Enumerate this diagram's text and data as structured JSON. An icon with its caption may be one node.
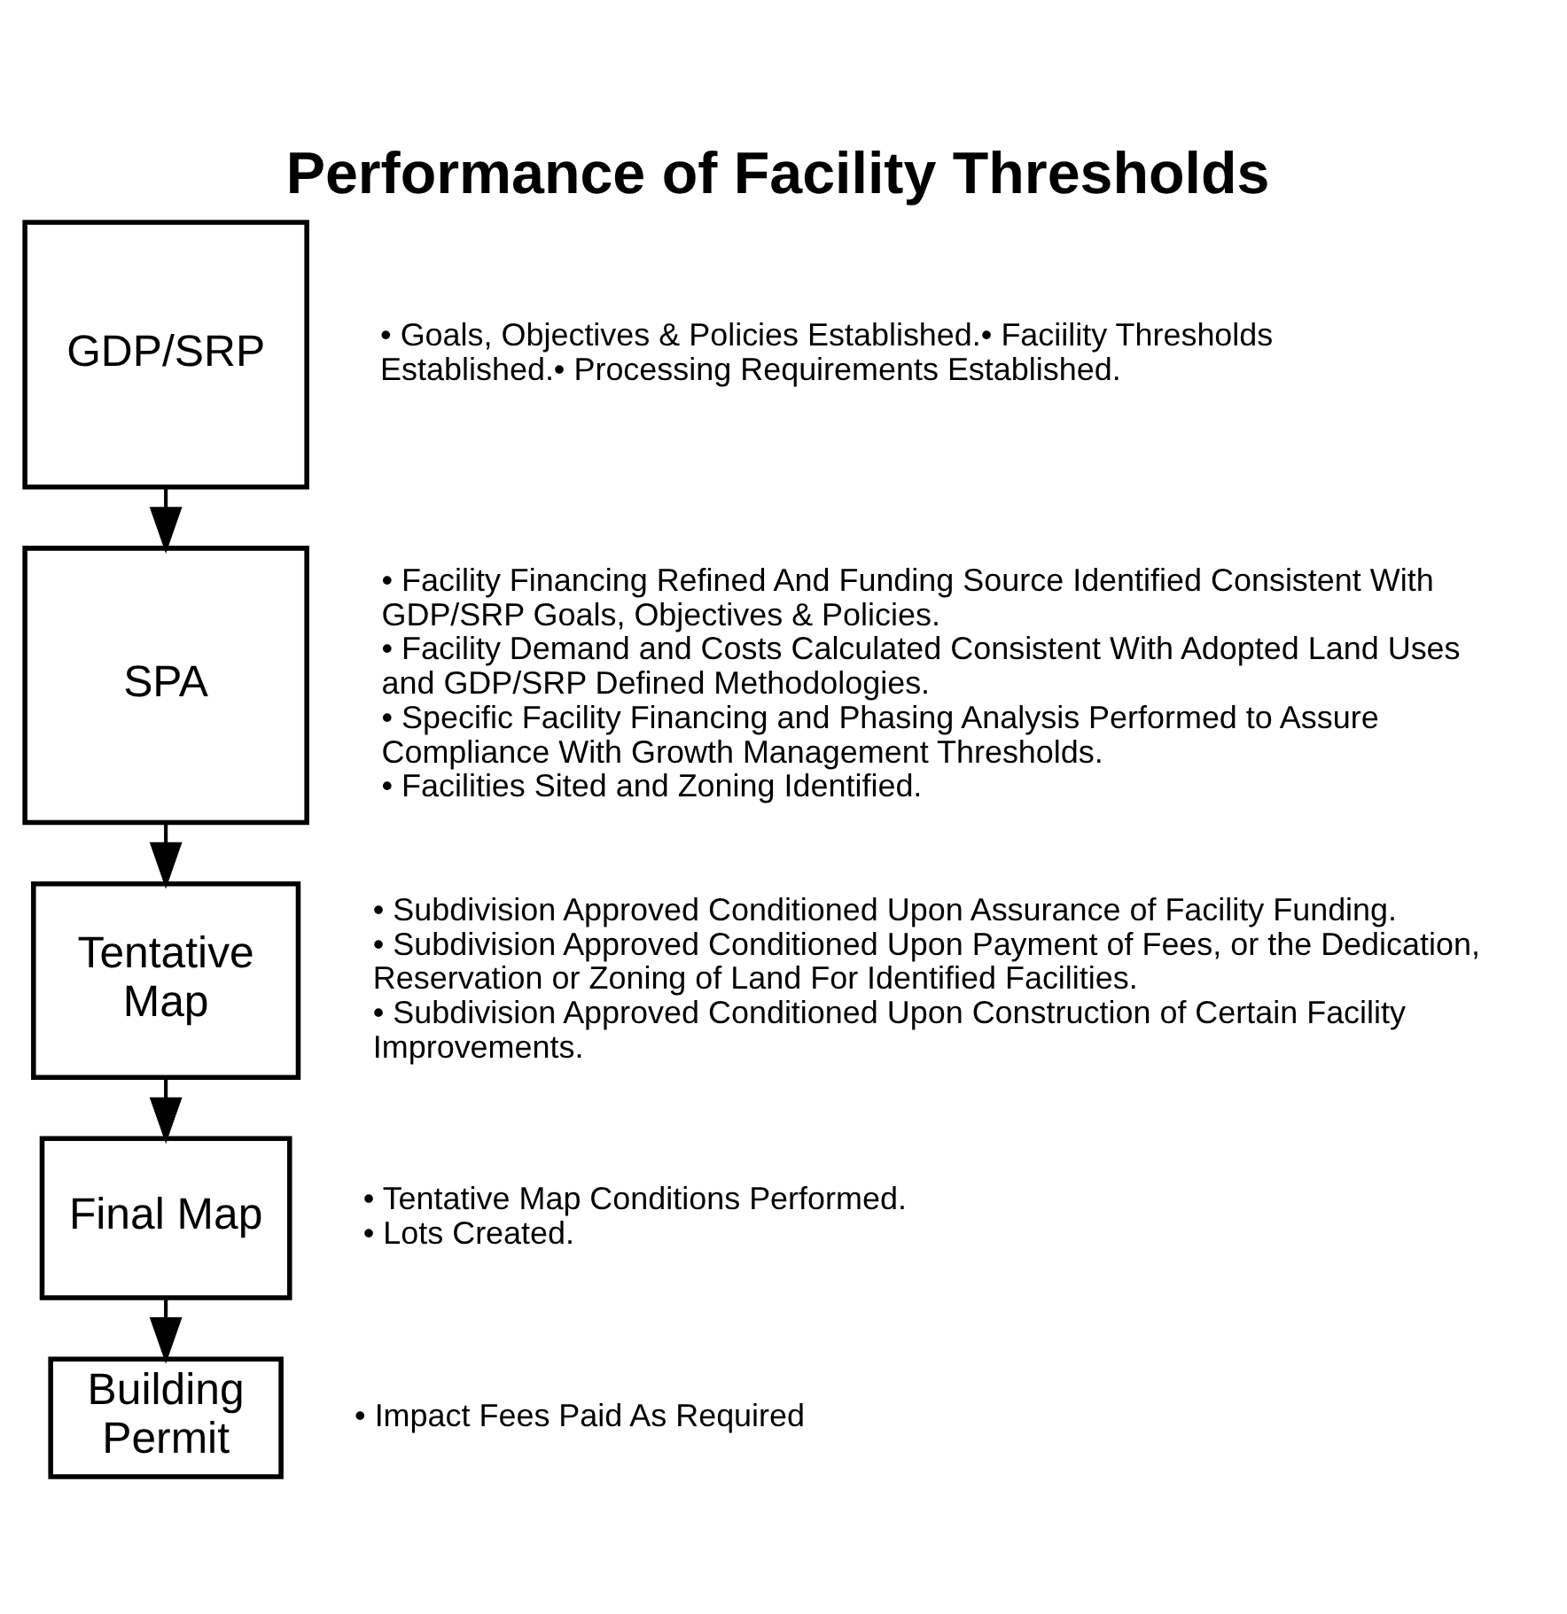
{
  "diagram": {
    "title": "Performance of Facility Thresholds",
    "nodes": [
      {
        "text": [
          "GDP/SRP"
        ],
        "beside": [
          "• Goals, Objectives & Policies Established.• Faciility Thresholds Established.• Processing Requirements Established."
        ]
      },
      {
        "text": [
          "SPA"
        ],
        "beside": [
          "• Facility Financing Refined And Funding Source Identified Consistent With GDP/SRP Goals, Objectives & Policies.",
          "• Facility Demand and Costs Calculated Consistent With Adopted Land Uses and GDP/SRP Defined Methodologies.",
          "• Specific Facility Financing and Phasing Analysis Performed to Assure Compliance With Growth Management Thresholds.",
          "• Facilities Sited and Zoning Identified."
        ]
      },
      {
        "text": [
          "Tentative Map"
        ],
        "beside": [
          "• Subdivision Approved Conditioned Upon Assurance of Facility Funding.",
          "• Subdivision Approved Conditioned Upon Payment of Fees, or the Dedication, Reservation or Zoning of Land For Identified Facilities.",
          "• Subdivision Approved Conditioned Upon Construction of Certain Facility Improvements."
        ]
      },
      {
        "text": [
          "Final Map"
        ],
        "beside": [
          "• Tentative Map Conditions Performed.",
          "• Lots Created."
        ]
      },
      {
        "text": [
          "Building Permit"
        ],
        "beside": [
          "• Impact Fees Paid As Required"
        ]
      }
    ],
    "edges": [
      {
        "from": 0,
        "to": 1,
        "arrow": "to"
      },
      {
        "from": 1,
        "to": 2,
        "arrow": "to"
      },
      {
        "from": 2,
        "to": 3,
        "arrow": "to"
      },
      {
        "from": 3,
        "to": 4,
        "arrow": "to"
      }
    ]
  }
}
